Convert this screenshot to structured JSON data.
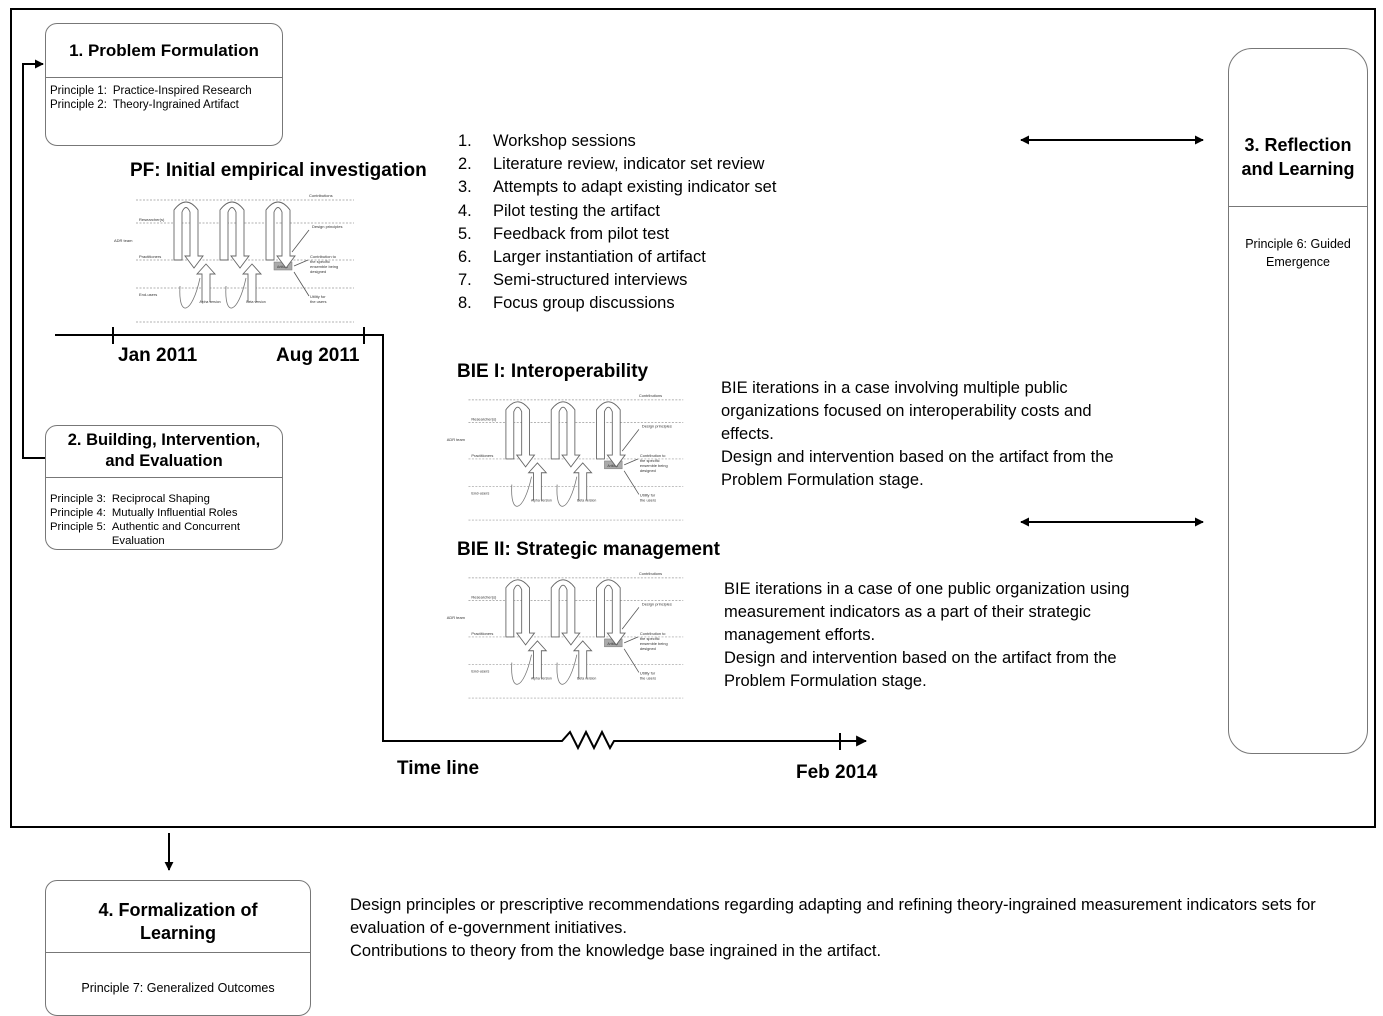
{
  "problem_formulation": {
    "title": "1.  Problem Formulation",
    "principles": [
      {
        "label": "Principle 1:",
        "text": "Practice-Inspired Research"
      },
      {
        "label": "Principle 2:",
        "text": "Theory-Ingrained Artifact"
      }
    ]
  },
  "building": {
    "title": "2.  Building, Intervention, and Evaluation",
    "principles": [
      {
        "label": "Principle 3:",
        "text": "Reciprocal Shaping"
      },
      {
        "label": "Principle 4:",
        "text": "Mutually Influential Roles"
      },
      {
        "label": "Principle 5:",
        "text": "Authentic and Concurrent Evaluation"
      }
    ]
  },
  "reflection": {
    "title": "3.  Reflection and Learning",
    "principle": "Principle 6:  Guided Emergence"
  },
  "formalization": {
    "title": "4. Formalization of Learning",
    "principle": "Principle 7:  Generalized Outcomes"
  },
  "pf": {
    "heading": "PF: Initial empirical investigation"
  },
  "activities": [
    {
      "num": "1.",
      "text": "Workshop sessions"
    },
    {
      "num": "2.",
      "text": "Literature review, indicator set review"
    },
    {
      "num": "3.",
      "text": "Attempts to adapt existing indicator set"
    },
    {
      "num": "4.",
      "text": "Pilot testing the artifact"
    },
    {
      "num": "5.",
      "text": "Feedback from pilot test"
    },
    {
      "num": "6.",
      "text": "Larger instantiation of artifact"
    },
    {
      "num": "7.",
      "text": "Semi-structured interviews"
    },
    {
      "num": "8.",
      "text": "Focus group discussions"
    }
  ],
  "bie1": {
    "heading": "BIE I: Interoperability",
    "description": "BIE iterations in a case involving  multiple public organizations focused on interoperability costs and effects.",
    "design": "Design and intervention based on the artifact from the Problem Formulation stage."
  },
  "bie2": {
    "heading": "BIE II: Strategic management",
    "description": "BIE iterations in a case of one public organization using measurement indicators as a part of their strategic management efforts.",
    "design": "Design and intervention based on the artifact from the Problem Formulation stage."
  },
  "timeline": {
    "start": "Jan 2011",
    "mid": "Aug 2011",
    "label": "Time line",
    "end": "Feb 2014"
  },
  "outcomes": {
    "line1": "Design principles or prescriptive recommendations regarding adapting and refining theory-ingrained measurement indicators sets for evaluation of e-government initiatives.",
    "line2": "Contributions to theory from the knowledge base ingrained in the artifact."
  },
  "mini_diagram": {
    "contributions": "Contributions",
    "researchers": "Researcher(s)",
    "adr_team": "ADR team",
    "practitioners": "Practitioners",
    "end_users": "End-users",
    "design_principles": "Design principles",
    "contribution_ensemble": "Contribution to the specific ensemble being designed",
    "utility": "Utility for the users",
    "artifact": "Artifact",
    "alpha": "Alpha version",
    "beta": "Beta version"
  }
}
